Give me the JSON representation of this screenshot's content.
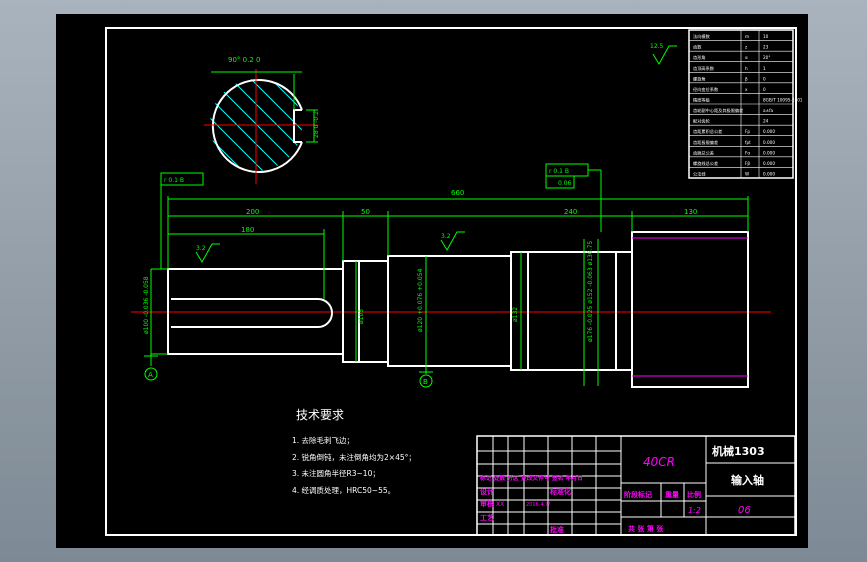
{
  "colors": {
    "background": "#000000",
    "outline": "#ffffff",
    "dimension": "#00ff00",
    "centerline": "#ff0000",
    "hatch": "#00ffff",
    "titleblock_text": "#ff00ff",
    "technical_text": "#ffffff"
  },
  "dimensions": {
    "overall_length": "660",
    "seg_200": "200",
    "seg_50": "50",
    "seg_240": "240",
    "seg_130": "130",
    "seg_180": "180",
    "dia_left": "ø100 -0.036 -0.058",
    "dia_105": "ø105",
    "dia_120": "ø120 +0.076 +0.054",
    "dia_132": "ø132",
    "dia_136": "ø176 -0.025 ø152 -0.063 ø136.75",
    "section_angle": "90° 0.2 0",
    "section_keyway": "28 0 -0.2",
    "roughness_main": "12.5",
    "roughness_a": "3.2",
    "roughness_b": "3.2",
    "datum_a": "A",
    "datum_b": "B",
    "tol_frame_1": "r 0.1 B",
    "tol_frame_2": "r 0.1 B",
    "tol_frame_3": "0.06"
  },
  "tech_requirements": {
    "title": "技术要求",
    "items": [
      "1. 去除毛刺飞边；",
      "2. 锐角倒钝，未注倒角均为2×45°；",
      "3. 未注圆角半径R3~10；",
      "4. 经调质处理，HRC50~55。"
    ]
  },
  "title_block": {
    "material": "40CR",
    "school": "机械1303",
    "part_name": "输入轴",
    "drawing_no": "06",
    "scale_label": "比例",
    "scale_value": "1:2",
    "weight_label": "重量",
    "stage_label": "阶段标记",
    "header_row": "标记 处数 分区 更改文件号 签名 年月日",
    "designer_label": "设计",
    "designer_name": "XX",
    "date": "2016.4.??",
    "standardize_label": "标准化",
    "review_label": "审核",
    "process_label": "工艺",
    "approve_label": "批准",
    "sheets_label": "共 张 第 张"
  },
  "params_table": {
    "rows": [
      [
        "法向模数",
        "m",
        "10"
      ],
      [
        "齿数",
        "z",
        "23"
      ],
      [
        "齿形角",
        "α",
        "20°"
      ],
      [
        "齿顶高系数",
        "h",
        "1"
      ],
      [
        "螺旋角",
        "β",
        "0"
      ],
      [
        "径向变位系数",
        "x",
        "0"
      ],
      [
        "精度等级",
        "",
        "8GB/T 10095-2001"
      ],
      [
        "齿轮副中心距及其极限偏差",
        "",
        "a±fa"
      ],
      [
        "配对齿轮",
        "",
        "24"
      ],
      [
        "齿距累积总公差",
        "Fp",
        "0.000"
      ],
      [
        "齿距极限偏差",
        "fpt",
        "0.000"
      ],
      [
        "齿廓总公差",
        "Fα",
        "0.000"
      ],
      [
        "螺旋线总公差",
        "Fβ",
        "0.000"
      ],
      [
        "公法线",
        "W",
        "0.000"
      ]
    ]
  }
}
